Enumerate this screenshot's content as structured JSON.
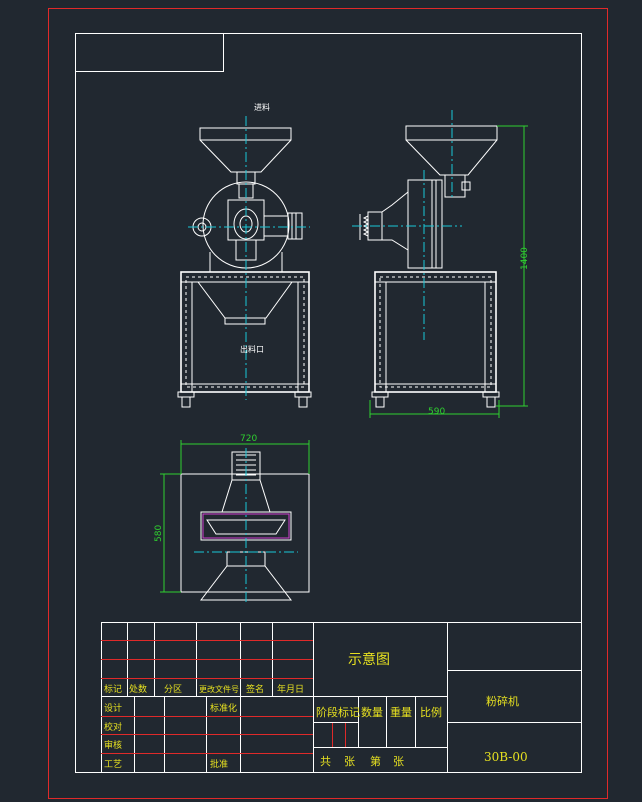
{
  "drawing": {
    "front_view": {
      "top_label": "进料",
      "outlet_label": "出料口"
    },
    "dimensions": {
      "height": "1400",
      "side_width": "590",
      "top_width": "720",
      "top_depth": "580"
    },
    "title_block": {
      "drawing_title": "示意图",
      "machine_name": "粉碎机",
      "drawing_number": "30B-00",
      "header_row": [
        "标记",
        "处数",
        "分区",
        "更改文件号",
        "签名",
        "年月日"
      ],
      "left_rows": [
        "设计",
        "校对",
        "审核",
        "工艺"
      ],
      "standardization": "标准化",
      "approval": "批准",
      "stage_mark": "阶段标记",
      "quantity": "数量",
      "weight": "重量",
      "scale": "比例",
      "sheets_total": "共",
      "sheets_unit": "张",
      "sheet_no": "第",
      "sheet_unit2": "张"
    }
  }
}
